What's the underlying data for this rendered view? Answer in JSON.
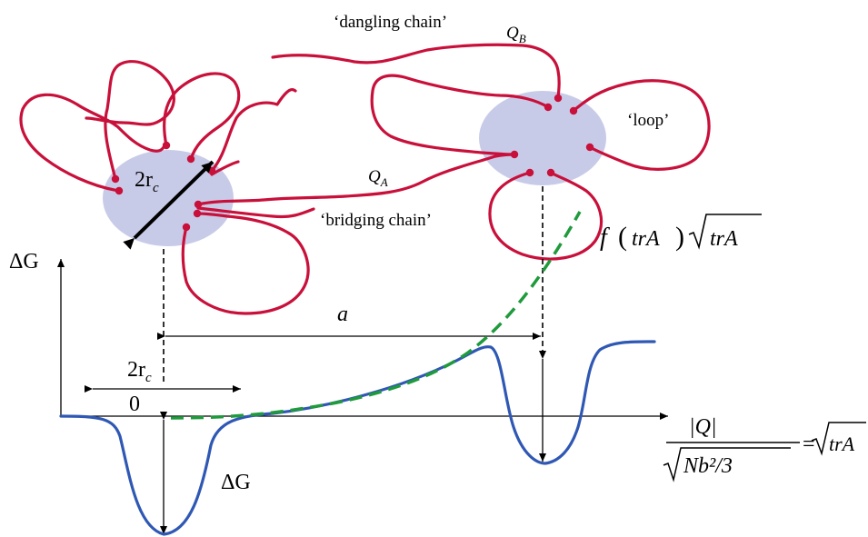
{
  "labels": {
    "dangling_chain": "‘dangling chain’",
    "loop": "‘loop’",
    "bridging_chain": "‘bridging chain’",
    "QB_main": "Q",
    "QB_sub": "B",
    "QA_main": "Q",
    "QA_sub": "A",
    "two_rc_core": "2r",
    "rc_sub": "c",
    "two_rc_axis": "2r",
    "rc_sub_axis": "c",
    "deltaG_axis": "ΔG",
    "deltaG_well": "ΔG",
    "a": "a",
    "zero": "0",
    "f_expr": "f",
    "tr_inner": "trA",
    "sqrt_tr": "trA",
    "x_numer": "|Q|",
    "x_denom": "Nb²/3",
    "x_rhs": "= ",
    "x_rhs_sqrt": "trA"
  },
  "colors": {
    "chain": "#c8103a",
    "core": "#c8cbe8",
    "energy_curve": "#2f58b4",
    "approx_curve": "#1f9a3c"
  }
}
